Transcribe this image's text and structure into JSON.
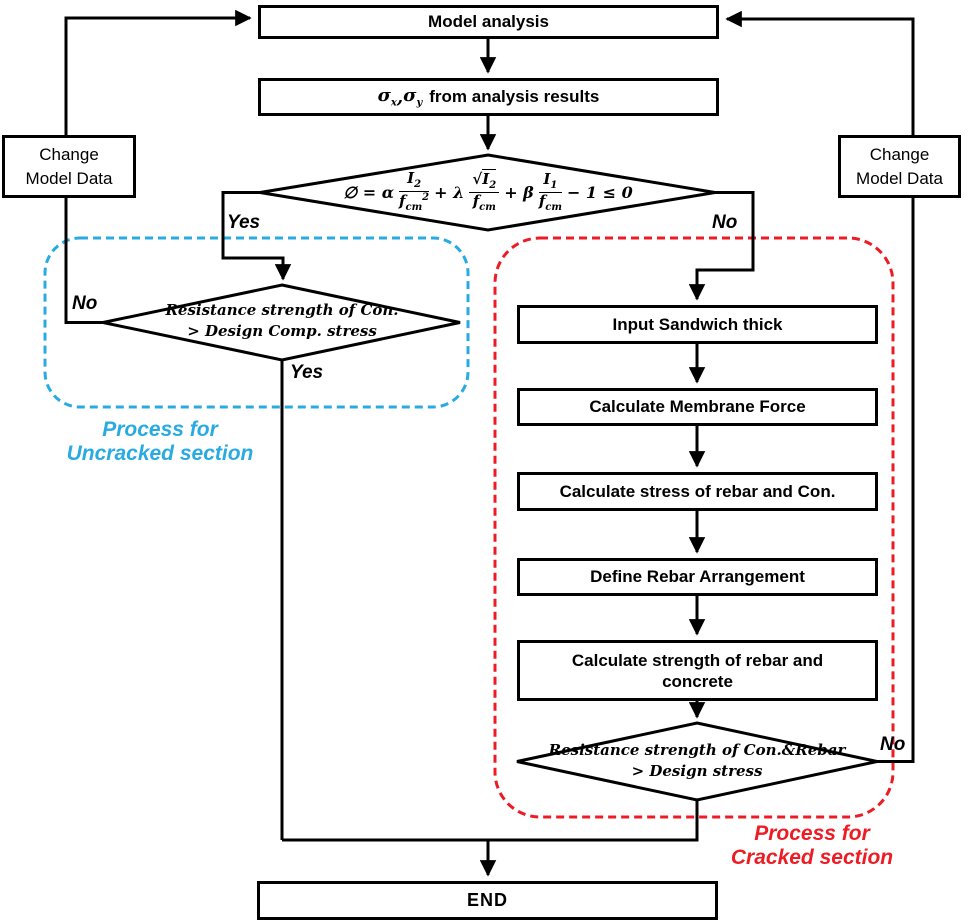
{
  "colors": {
    "accent_blue": "#29ABE2",
    "accent_red": "#ED1C24",
    "line": "#000000"
  },
  "nodes": {
    "model_analysis": "Model analysis",
    "sigma": {
      "s1": "σ",
      "s1_sub": "x",
      "sep": ", ",
      "s2": "σ",
      "s2_sub": "y",
      "rest": "from analysis results"
    },
    "input_sandwich": "Input Sandwich thick",
    "calc_membrane": "Calculate Membrane Force",
    "calc_stress": "Calculate stress of rebar and Con.",
    "define_rebar": "Define Rebar Arrangement",
    "calc_strength": "Calculate strength of rebar and concrete",
    "end": "END",
    "change_left": {
      "line1": "Change",
      "line2": "Model Data"
    },
    "change_right": {
      "line1": "Change",
      "line2": "Model Data"
    },
    "uncracked_decision": {
      "line1": "Resistance strength of Con.",
      "line2": "> Design Comp. stress"
    },
    "cracked_decision": {
      "line1": "Resistance strength of Con.&Rebar",
      "line2": "> Design stress"
    }
  },
  "formula": {
    "lead": "∅ = α",
    "f1_num_base": "I",
    "f1_num_sub": "2",
    "f1_den_base": "f",
    "f1_den_sub": "cm",
    "f1_den_sup": "2",
    "op1": "+ λ",
    "f2_rad": "√",
    "f2_num_base": "I",
    "f2_num_sub": "2",
    "f2_den_base": "f",
    "f2_den_sub": "cm",
    "op2": "+ β",
    "f3_num_base": "I",
    "f3_num_sub": "1",
    "f3_den_base": "f",
    "f3_den_sub": "cm",
    "tail": "− 1 ≤ 0"
  },
  "labels": {
    "yes_formula": "Yes",
    "no_formula": "No",
    "no_uncracked": "No",
    "yes_uncracked": "Yes",
    "no_cracked": "No",
    "uncracked_section": {
      "line1": "Process for",
      "line2": "Uncracked section"
    },
    "cracked_section": {
      "line1": "Process for",
      "line2": "Cracked section"
    }
  }
}
